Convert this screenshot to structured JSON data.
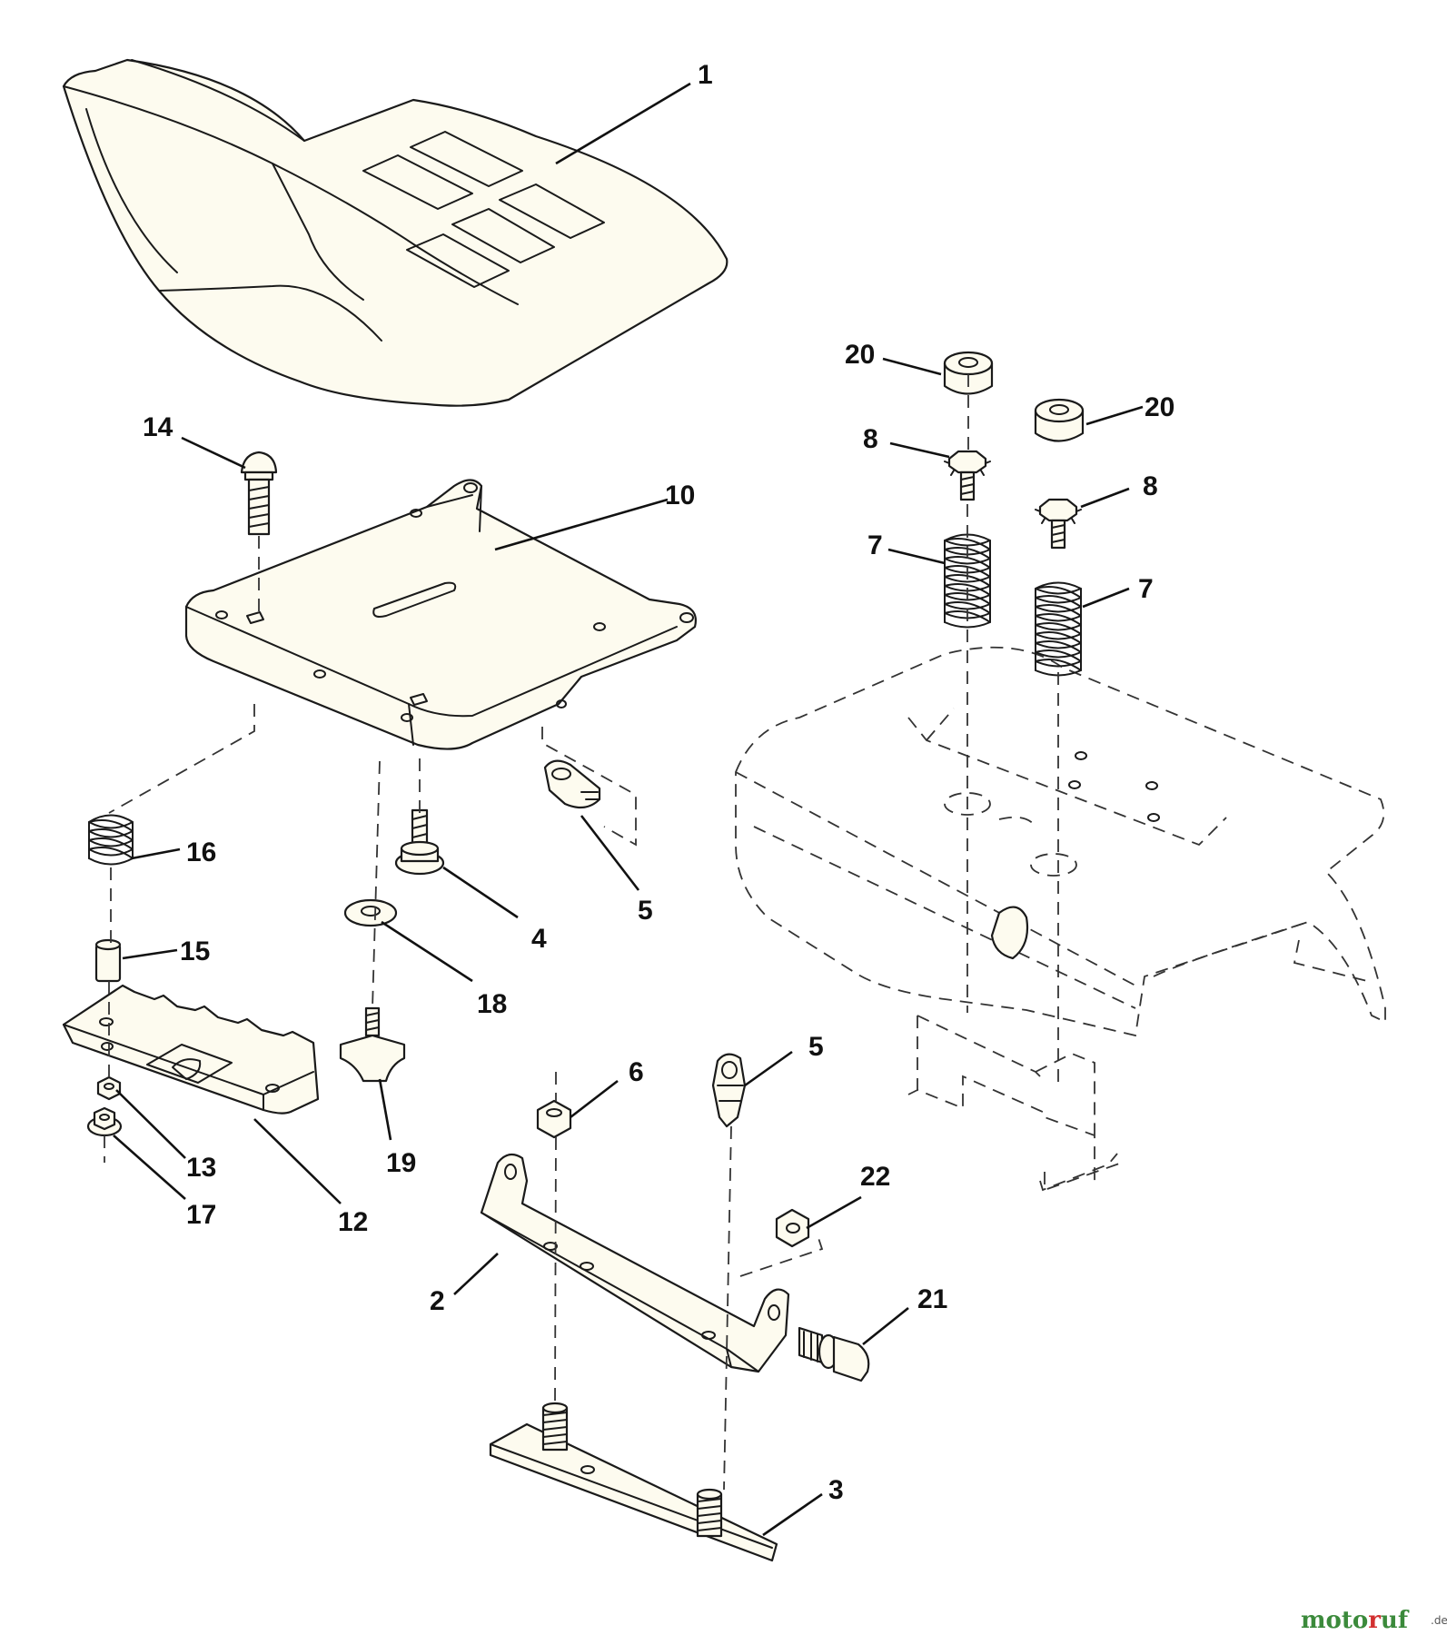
{
  "callouts": {
    "c1": "1",
    "c2": "2",
    "c3": "3",
    "c4": "4",
    "c5a": "5",
    "c5b": "5",
    "c6": "6",
    "c7a": "7",
    "c7b": "7",
    "c8a": "8",
    "c8b": "8",
    "c10": "10",
    "c12": "12",
    "c13": "13",
    "c14": "14",
    "c15": "15",
    "c16": "16",
    "c17": "17",
    "c18": "18",
    "c19": "19",
    "c20a": "20",
    "c20b": "20",
    "c21": "21",
    "c22": "22"
  },
  "watermark": {
    "main_a": "moto",
    "main_r": "r",
    "main_b": "uf",
    "suffix": ".de"
  },
  "colors": {
    "line": "#1a1a1a",
    "fill": "#fdfbef",
    "watermark_green": "#3b8a3b",
    "watermark_red": "#d23030"
  }
}
